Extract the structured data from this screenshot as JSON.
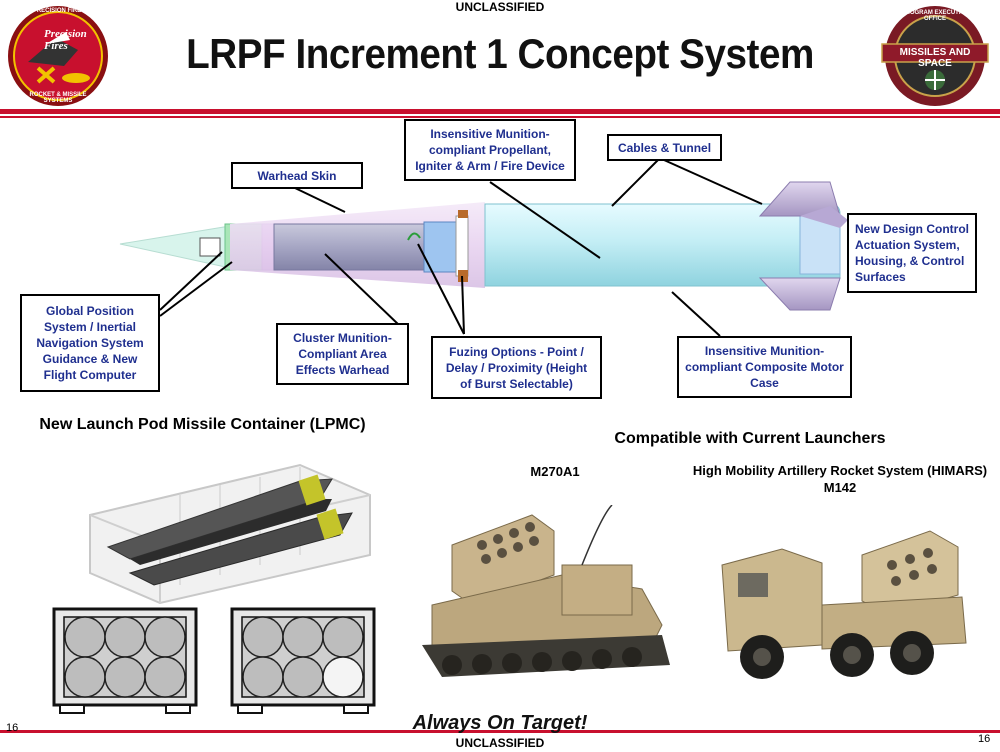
{
  "header": {
    "classification_top": "UNCLASSIFIED",
    "title": "LRPF Increment 1 Concept System",
    "logo_left": {
      "line1": "PRECISION FIRES",
      "line2": "Precision",
      "line3": "Fires",
      "ring": "ROCKET & MISSILE SYSTEMS"
    },
    "logo_right": {
      "ring_top": "PROGRAM EXECUTIVE OFFICE",
      "banner": "MISSILES AND SPACE"
    }
  },
  "callouts": {
    "warhead_skin": "Warhead Skin",
    "propellant": "Insensitive Munition-compliant Propellant, Igniter & Arm / Fire Device",
    "cables": "Cables & Tunnel",
    "control": "New Design Control Actuation System, Housing, & Control Surfaces",
    "gps": "Global Position System / Inertial Navigation System Guidance & New Flight Computer",
    "cluster": "Cluster Munition-Compliant Area Effects Warhead",
    "fuzing": "Fuzing Options -  Point / Delay / Proximity (Height of Burst Selectable)",
    "motor": "Insensitive Munition-compliant Composite Motor Case"
  },
  "lower": {
    "lpmc_heading": "New Launch Pod Missile Container (LPMC)",
    "launchers_heading": "Compatible with Current Launchers",
    "m270_label": "M270A1",
    "himars_label": "High Mobility Artillery Rocket System (HIMARS) M142"
  },
  "footer": {
    "slogan": "Always On Target!",
    "classification_bottom": "UNCLASSIFIED",
    "page_left": "16",
    "page_right": "16"
  },
  "colors": {
    "brand_red": "#c8102e",
    "callout_text": "#1f2f8f"
  }
}
